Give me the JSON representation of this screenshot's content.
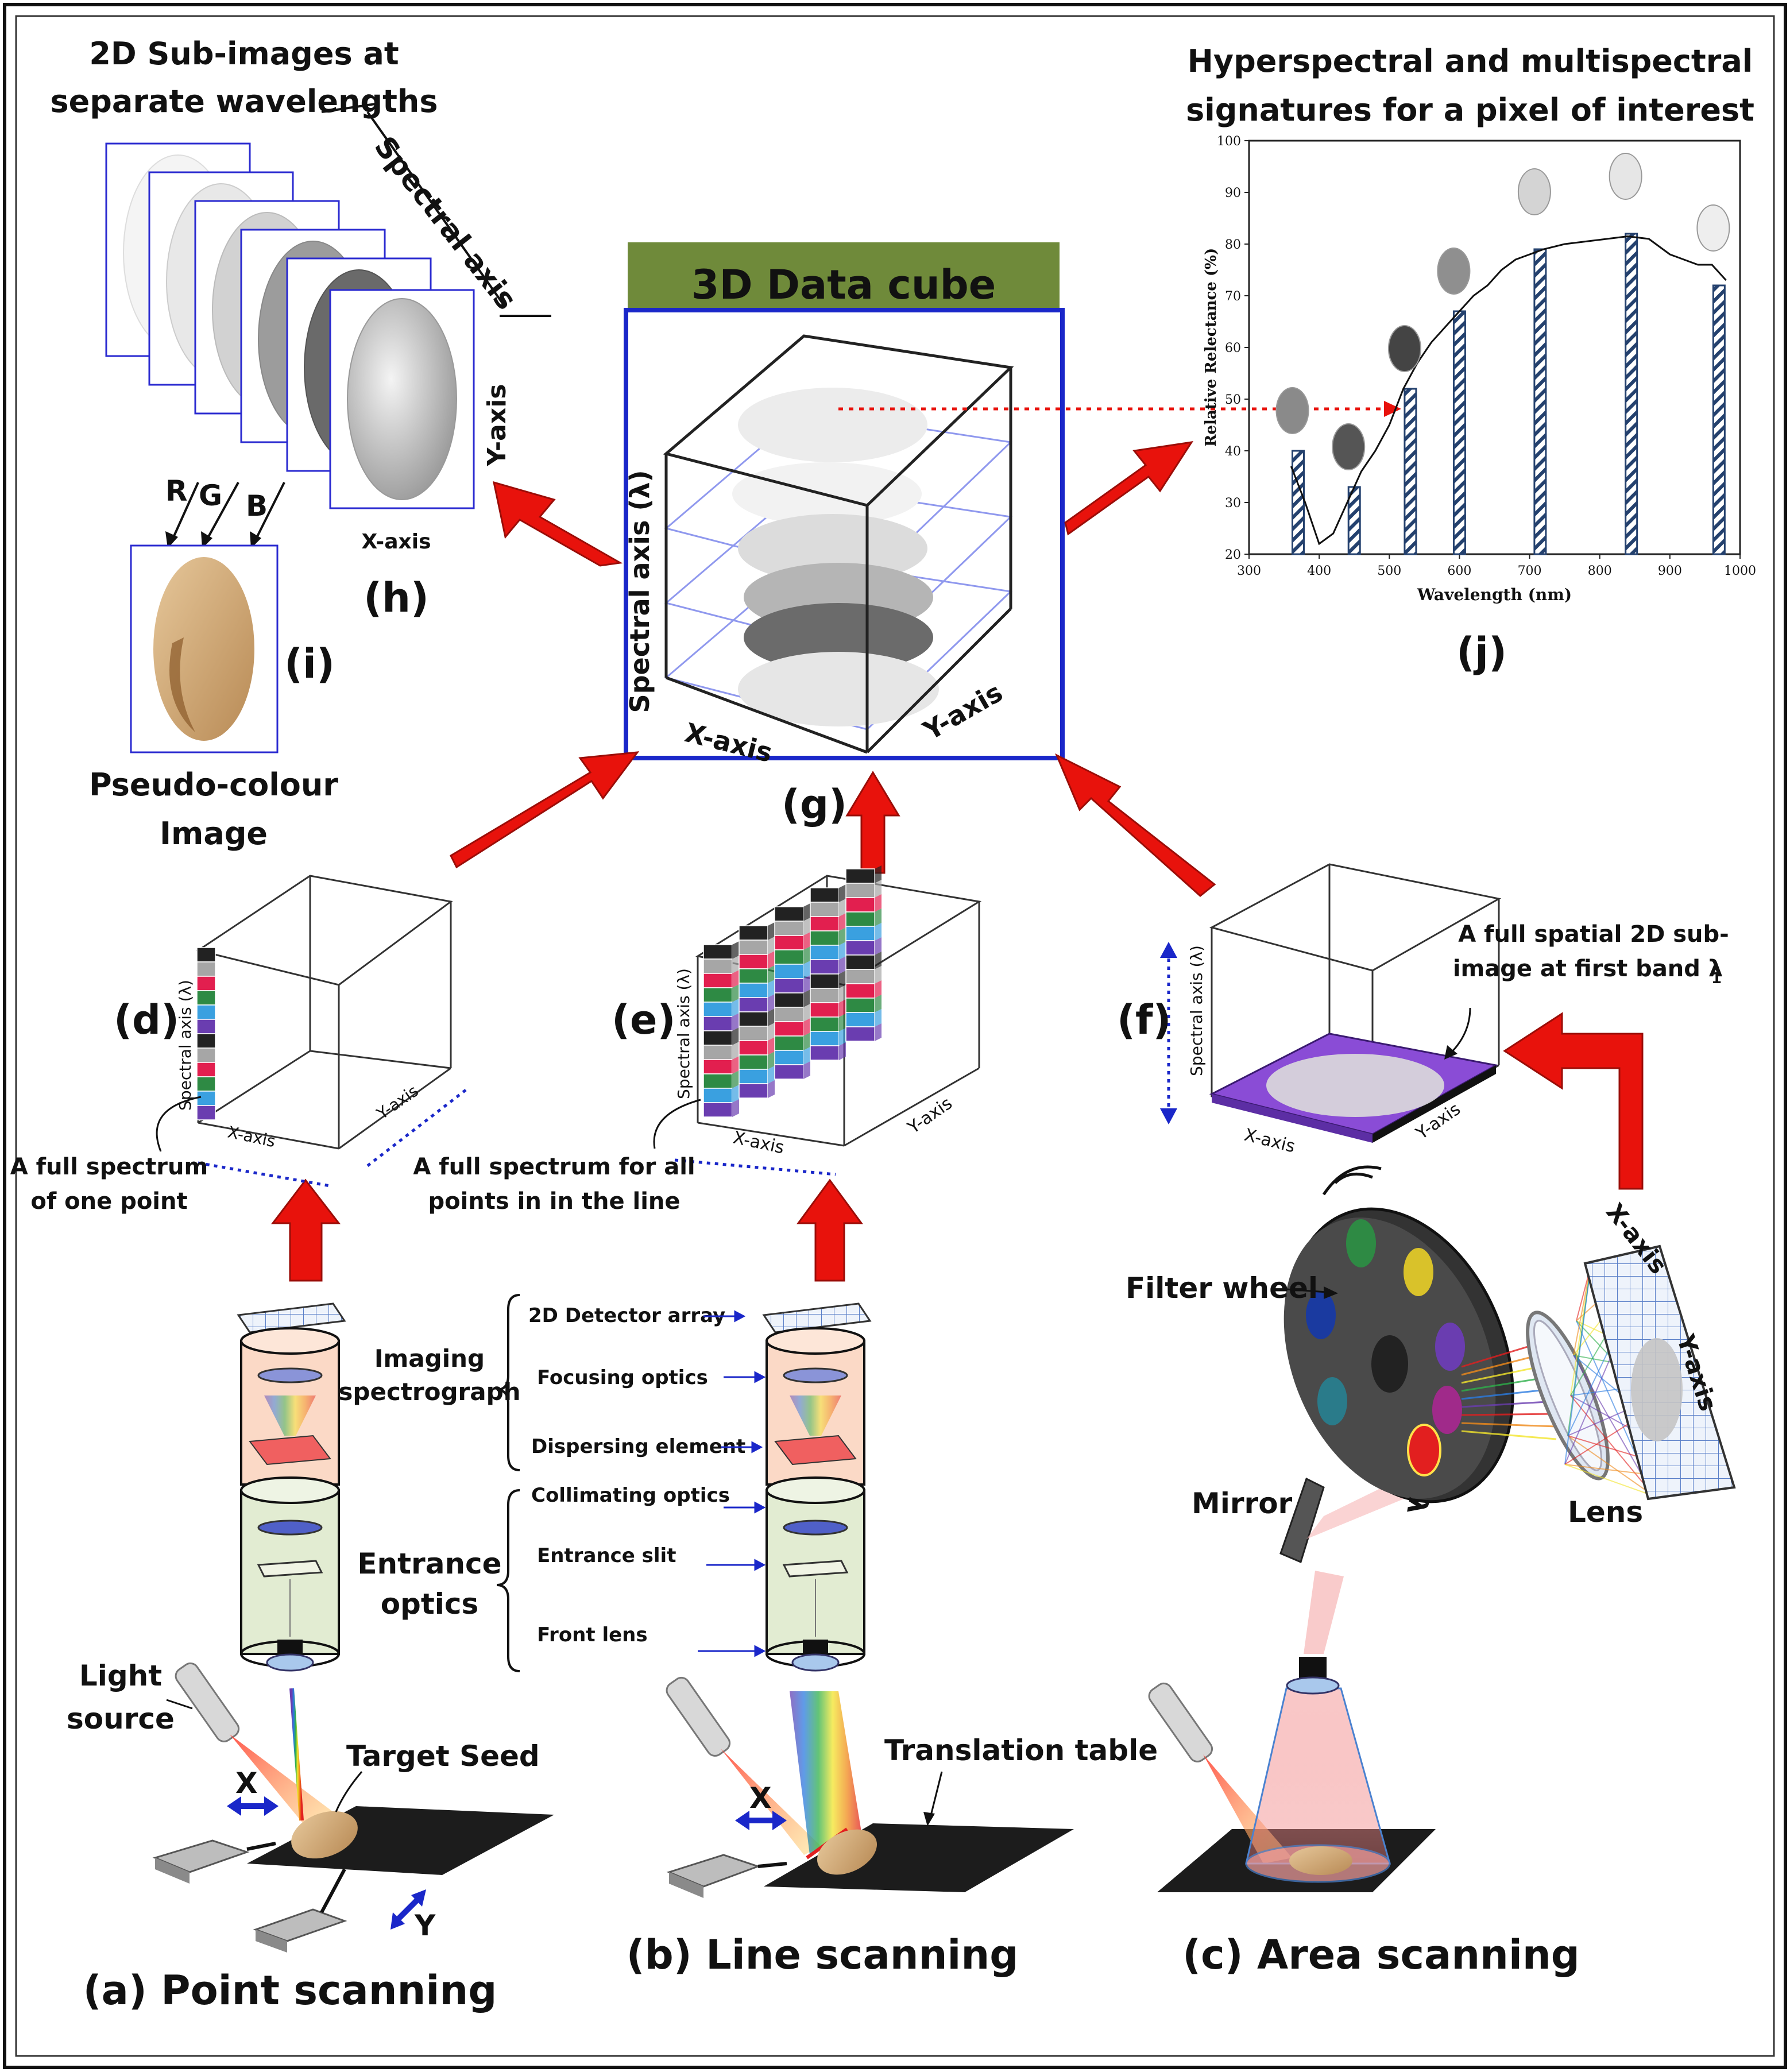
{
  "labels": {
    "subimages_title": [
      "2D Sub-images at",
      "separate wavelengths"
    ],
    "spectral_axis_h": "Spectral axis",
    "y_axis": "Y-axis",
    "x_axis": "X-axis",
    "channel_r": "R",
    "channel_g": "G",
    "channel_b": "B",
    "panel_h": "(h)",
    "panel_i": "(i)",
    "pseudo_colour": [
      "Pseudo-colour",
      "Image"
    ],
    "cube_title": "3D Data cube",
    "cube_spectral_axis": "Spectral axis (λ)",
    "panel_g": "(g)",
    "signature_title": [
      "Hyperspectral and multispectral",
      "signatures for  a pixel of interest"
    ],
    "panel_j": "(j)",
    "panel_d": "(d)",
    "panel_e": "(e)",
    "panel_f": "(f)",
    "small_spectral_axis": "Spectral axis (λ)",
    "full_spectrum_point": [
      "A full spectrum",
      "of one point"
    ],
    "full_spectrum_line": [
      "A full spectrum for all",
      "points in in the line"
    ],
    "full_spatial": [
      "A full spatial 2D sub-",
      "image at first band λ"
    ],
    "full_spatial_sub": "1",
    "imaging_spectrograph": [
      "Imaging",
      "spectrograph"
    ],
    "entrance_optics": [
      "Entrance",
      "optics"
    ],
    "detector_array": "2D Detector array",
    "focusing_optics": "Focusing optics",
    "dispersing_element": "Dispersing element",
    "collimating_optics": "Collimating optics",
    "entrance_slit": "Entrance slit",
    "front_lens": "Front lens",
    "light_source": [
      "Light",
      "source"
    ],
    "target_seed": "Target Seed",
    "translation_table": "Translation table",
    "axis_x_short": "X",
    "axis_y_short": "Y",
    "filter_wheel": "Filter wheel",
    "mirror": "Mirror",
    "lens": "Lens",
    "lambda_symbol": "λ",
    "point_scanning": "(a) Point scanning",
    "line_scanning": "(b) Line scanning",
    "area_scanning": "(c) Area scanning"
  },
  "colors": {
    "arrow_red": "#e8120c",
    "cube_blue": "#1a27c9",
    "cube_title_bg": "#6f8a3a",
    "bar_fill": "#24416e",
    "spectrograph_fill": "#fbd9c6",
    "entrance_fill": "#e2ecd2",
    "pixel_colors": [
      "#222222",
      "#a6a6a6",
      "#e21f4f",
      "#2e8a44",
      "#3aa0e0",
      "#6a3db0"
    ]
  },
  "chart_data": {
    "type": "bar",
    "title": "",
    "xlabel": "Wavelength (nm)",
    "ylabel": "Relative Relectance (%)",
    "xlim": [
      300,
      1000
    ],
    "ylim": [
      20,
      100
    ],
    "x_ticks": [
      300,
      400,
      500,
      600,
      700,
      800,
      900,
      1000
    ],
    "y_ticks": [
      20,
      30,
      40,
      50,
      60,
      70,
      80,
      90,
      100
    ],
    "bars": {
      "x": [
        370,
        450,
        530,
        600,
        715,
        845,
        970
      ],
      "values": [
        40,
        33,
        52,
        67,
        79,
        82,
        72
      ]
    },
    "curve": {
      "x": [
        360,
        380,
        400,
        420,
        440,
        460,
        480,
        500,
        520,
        540,
        560,
        580,
        600,
        620,
        640,
        660,
        680,
        700,
        720,
        750,
        780,
        810,
        840,
        870,
        900,
        920,
        940,
        960,
        980
      ],
      "y": [
        37,
        30,
        22,
        24,
        30,
        36,
        40,
        45,
        52,
        57,
        61,
        64,
        67,
        70,
        72,
        75,
        77,
        78,
        79,
        80,
        80.5,
        81,
        81.5,
        81,
        78,
        77,
        76,
        76,
        73
      ]
    }
  }
}
